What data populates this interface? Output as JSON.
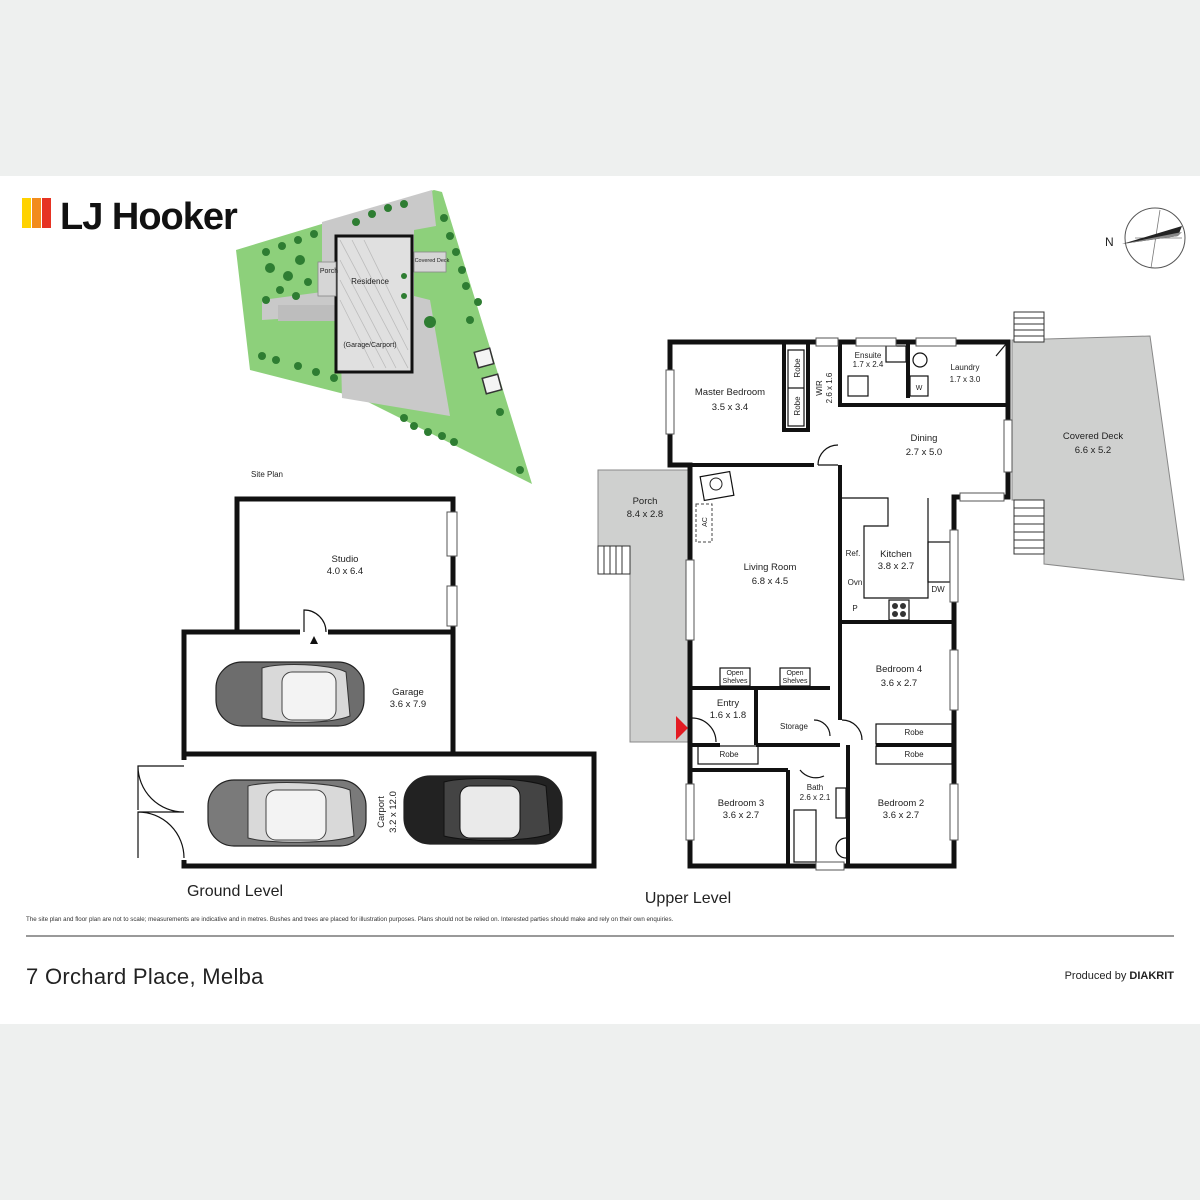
{
  "brand": {
    "name": "LJ Hooker",
    "stripe_colors": [
      "#ffd200",
      "#f28c1c",
      "#e63323"
    ]
  },
  "compass": {
    "label": "N"
  },
  "site_plan": {
    "caption": "Site Plan",
    "labels": {
      "residence": "Residence",
      "garage_carport": "(Garage/Carport)",
      "porch": "Porch",
      "covered_deck": "Covered Deck"
    },
    "colors": {
      "lawn": "#8dd07b",
      "paving": "#c9c9c9",
      "tree": "#2e7d32"
    }
  },
  "ground_level": {
    "title": "Ground Level",
    "rooms": {
      "studio": {
        "name": "Studio",
        "dims": "4.0 x 6.4"
      },
      "garage": {
        "name": "Garage",
        "dims": "3.6 x 7.9"
      },
      "carport": {
        "name": "Carport",
        "dims": "3.2 x 12.0"
      }
    }
  },
  "upper_level": {
    "title": "Upper Level",
    "rooms": {
      "master": {
        "name": "Master Bedroom",
        "dims": "3.5 x 3.4"
      },
      "robe_a": {
        "name": "Robe"
      },
      "robe_b": {
        "name": "Robe"
      },
      "wir": {
        "name": "WIR",
        "dims": "2.6 x 1.6"
      },
      "ensuite": {
        "name": "Ensuite",
        "dims": "1.7 x 2.4"
      },
      "laundry": {
        "name": "Laundry",
        "dims": "1.7 x 3.0"
      },
      "w": {
        "name": "W"
      },
      "dining": {
        "name": "Dining",
        "dims": "2.7 x 5.0"
      },
      "covered_deck": {
        "name": "Covered Deck",
        "dims": "6.6 x 5.2"
      },
      "porch": {
        "name": "Porch",
        "dims": "8.4 x 2.8"
      },
      "ac": {
        "name": "AC"
      },
      "living": {
        "name": "Living Room",
        "dims": "6.8 x 4.5"
      },
      "kitchen": {
        "name": "Kitchen",
        "dims": "3.8 x 2.7"
      },
      "ref": {
        "name": "Ref."
      },
      "ovn": {
        "name": "Ovn"
      },
      "pantry": {
        "name": "P"
      },
      "dw": {
        "name": "DW"
      },
      "shelves_a": {
        "line1": "Open",
        "line2": "Shelves"
      },
      "shelves_b": {
        "line1": "Open",
        "line2": "Shelves"
      },
      "entry": {
        "name": "Entry",
        "dims": "1.6 x 1.8"
      },
      "storage": {
        "name": "Storage"
      },
      "bedroom4": {
        "name": "Bedroom 4",
        "dims": "3.6 x 2.7"
      },
      "robe_b4": {
        "name": "Robe"
      },
      "robe_b2": {
        "name": "Robe"
      },
      "robe_b3": {
        "name": "Robe"
      },
      "bath": {
        "name": "Bath",
        "dims": "2.6 x 2.1"
      },
      "bedroom3": {
        "name": "Bedroom 3",
        "dims": "3.6 x 2.7"
      },
      "bedroom2": {
        "name": "Bedroom 2",
        "dims": "3.6 x 2.7"
      }
    }
  },
  "disclaimer": "The site plan and floor plan are not to scale; measurements are indicative and in metres. Bushes and trees are placed for illustration purposes. Plans should not be relied on. Interested parties should make and rely on their own enquiries.",
  "footer": {
    "address": "7 Orchard Place, Melba",
    "produced_by_prefix": "Produced by ",
    "produced_by_brand": "DIAKRIT"
  },
  "entry_marker_color": "#e31b23"
}
